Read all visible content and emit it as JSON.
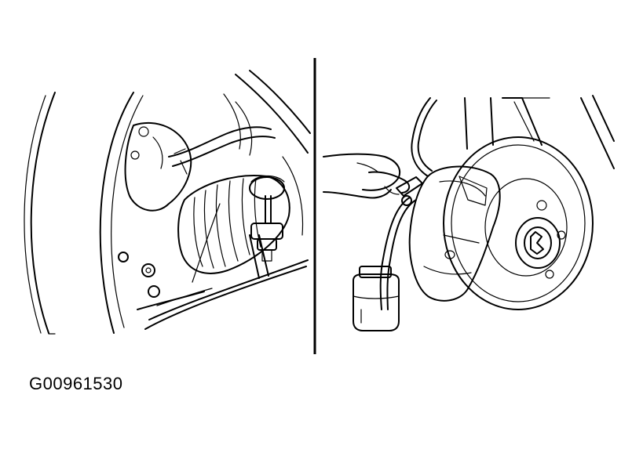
{
  "figure": {
    "code": "G00961530"
  },
  "panels": [
    {
      "id": "left",
      "icon": "drive-shaft-boot-detail"
    },
    {
      "id": "right",
      "icon": "brake-bleeder-with-hose-and-bottle"
    }
  ]
}
